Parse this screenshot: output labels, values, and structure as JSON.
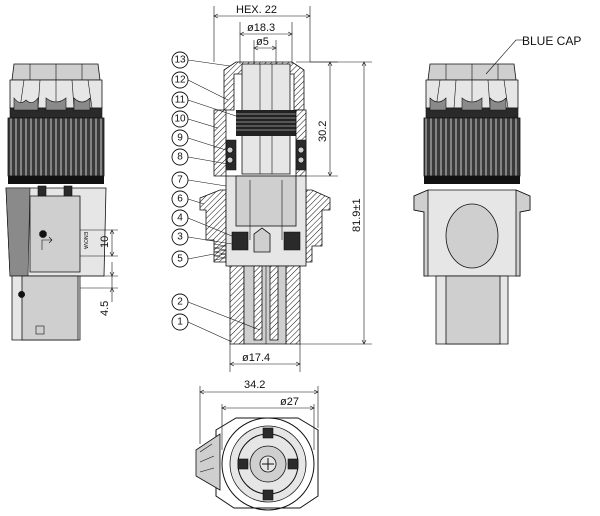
{
  "labels": {
    "blue_cap": "BLUE CAP",
    "brand": "ENOVA"
  },
  "dimensions": {
    "hex": "HEX. 22",
    "d18_3": "ø18.3",
    "d5": "ø5",
    "h30_2": "30.2",
    "h81_9": "81.9±1",
    "d17_4": "ø17.4",
    "w34_2": "34.2",
    "d27": "ø27",
    "h10": "10",
    "h4_5": "4.5"
  },
  "part_numbers": [
    "1",
    "2",
    "3",
    "4",
    "5",
    "6",
    "7",
    "8",
    "9",
    "10",
    "11",
    "12",
    "13"
  ],
  "colors": {
    "line": "#111111",
    "dark": "#2a2a2a",
    "mid": "#8a8a8a",
    "light": "#cfcfcf"
  }
}
